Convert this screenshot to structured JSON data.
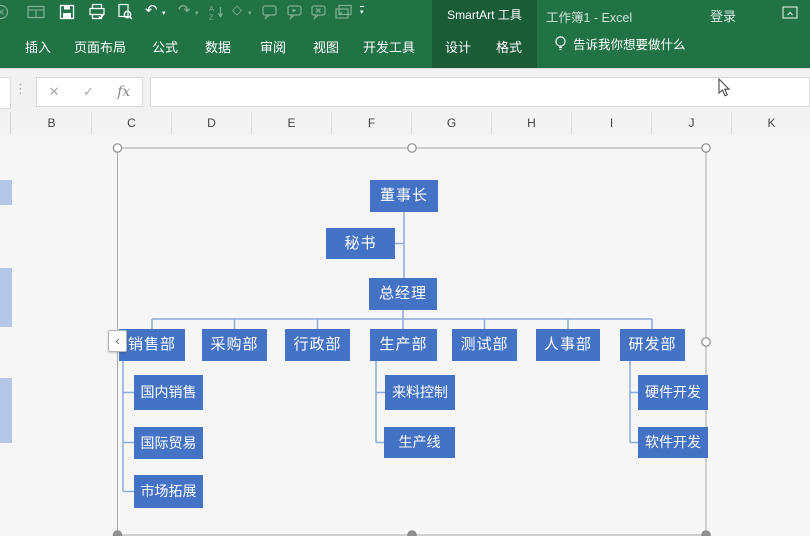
{
  "titlebar": {
    "contextual_tool_label": "SmartArt 工具",
    "document_title": "工作簿1 - Excel",
    "sign_in_label": "登录"
  },
  "ribbon": {
    "tabs": [
      "插入",
      "页面布局",
      "公式",
      "数据",
      "审阅",
      "视图",
      "开发工具"
    ],
    "contextual_tabs": [
      "设计",
      "格式"
    ],
    "tell_me_label": "告诉我你想要做什么"
  },
  "formula_bar": {
    "formula_value": ""
  },
  "grid": {
    "column_headers": [
      "B",
      "C",
      "D",
      "E",
      "F",
      "G",
      "H",
      "I",
      "J",
      "K"
    ]
  },
  "smartart": {
    "chairman": "董事长",
    "assistant": "秘书",
    "general_manager": "总经理",
    "departments": [
      "销售部",
      "采购部",
      "行政部",
      "生产部",
      "测试部",
      "人事部",
      "研发部"
    ],
    "sales_children": [
      "国内销售",
      "国际贸易",
      "市场拓展"
    ],
    "production_children": [
      "来料控制",
      "生产线"
    ],
    "rd_children": [
      "硬件开发",
      "软件开发"
    ]
  },
  "icons": {
    "cancel": "✕",
    "enter": "✓",
    "fx": "fx",
    "undo": "↶",
    "redo": "↷",
    "shape": "◇",
    "dropdown": "▾",
    "more_dots": "⋮",
    "text_pane_toggle": "‹",
    "sort_a": "A",
    "sort_z": "Z"
  },
  "colors": {
    "excel_green": "#217346",
    "contextual_dark_green": "#1a5c38",
    "node_blue": "#4472c4",
    "connector_blue": "#8faadc",
    "left_sliver_blue": "#b4c7e7"
  }
}
